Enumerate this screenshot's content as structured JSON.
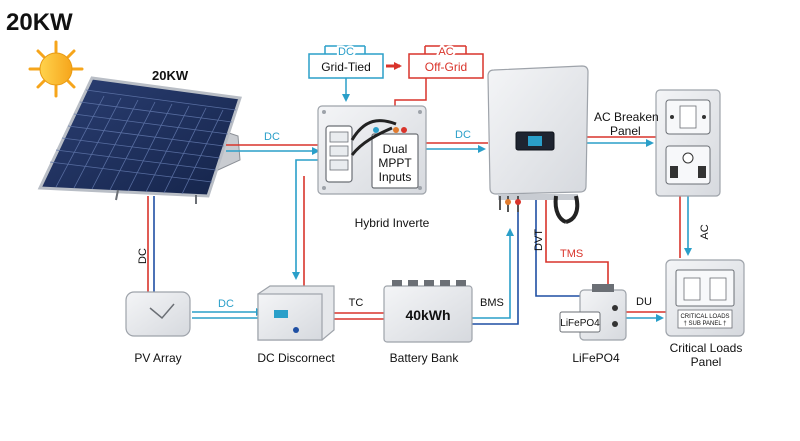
{
  "header": {
    "title": "20KW"
  },
  "panel": {
    "label": "20KW"
  },
  "modes": {
    "dc_label": "DC",
    "dc_mode": "Grid-Tied",
    "ac_label": "AC",
    "ac_mode": "Off-Grid"
  },
  "hybrid_inverter": {
    "label": "Hybrid Inverte",
    "mppt_line1": "Dual",
    "mppt_line2": "MPPT",
    "mppt_line3": "Inputs"
  },
  "wire_labels": {
    "panel_to_hybrid": "DC",
    "hybrid_to_inverter": "DC",
    "panel_down": "DC",
    "array_to_disconnect": "DC",
    "disconnect_to_battery": "TC",
    "battery_to_inverter": "BMS",
    "inverter_down": "DVT",
    "tms": "TMS",
    "lifepo4_to_loads": "DU",
    "breaker_to_loads": "AC"
  },
  "ac_breaker": {
    "label_line1": "AC Breaken",
    "label_line2": "Panel"
  },
  "pv_array": {
    "label": "PV Array"
  },
  "dc_disconnect": {
    "label": "DC Discornect"
  },
  "battery_bank": {
    "capacity": "40kWh",
    "label": "Battery Bank"
  },
  "lifepo4": {
    "badge": "LiFePO4",
    "label": "LiFePO4"
  },
  "critical_loads": {
    "sub_line1": "CRITICAL LOADS",
    "sub_line2": "† SUB PANEL †",
    "label_line1": "Critical Loads",
    "label_line2": "Panel"
  },
  "colors": {
    "dc_blue": "#2a9fc9",
    "ac_red": "#d9342b",
    "deep_blue": "#1f4fa3",
    "sun": "#f6b21b"
  }
}
